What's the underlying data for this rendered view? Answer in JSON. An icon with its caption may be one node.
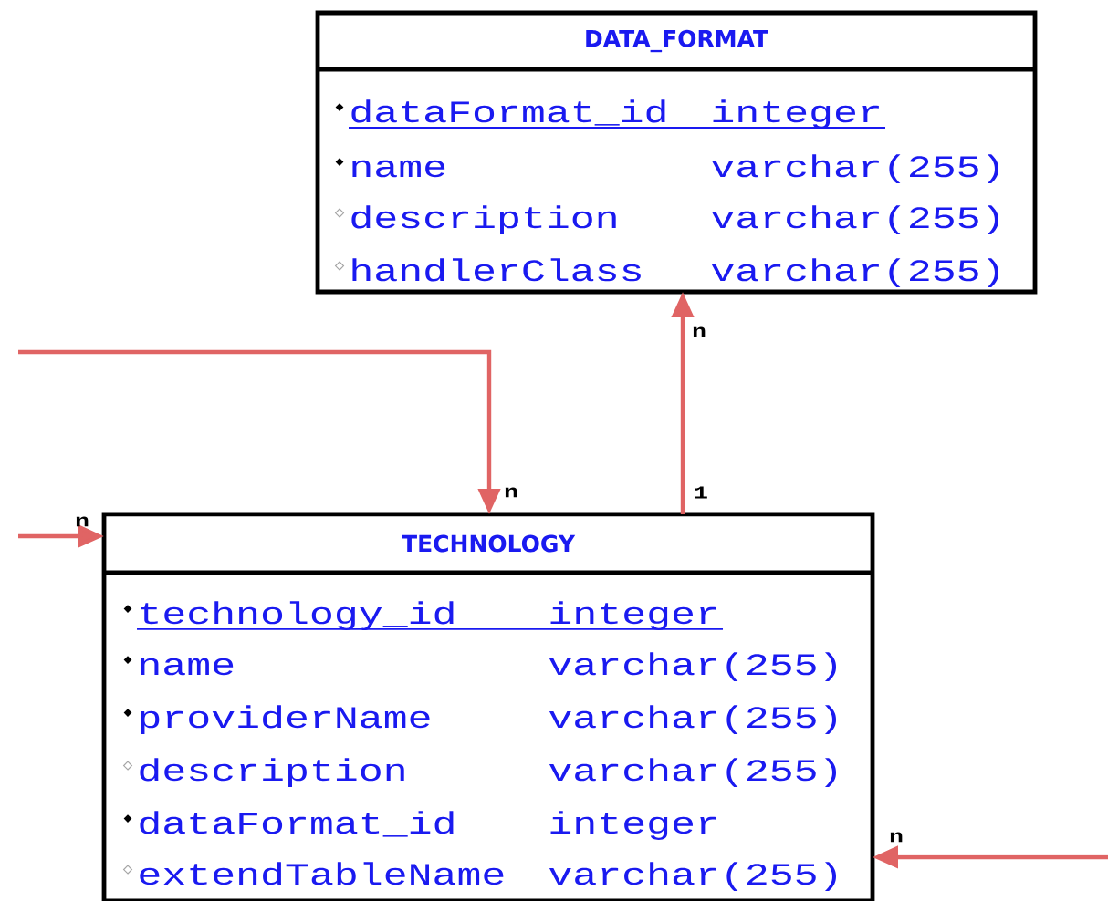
{
  "diagram": {
    "nodes": [
      {
        "text": [
          "DATA_FORMAT",
          "dataFormat_id",
          "integer",
          "name",
          "varchar(255)",
          "description",
          "varchar(255)",
          "handlerClass",
          "varchar(255)"
        ]
      },
      {
        "text": [
          "TECHNOLOGY",
          "technology_id",
          "integer",
          "name",
          "varchar(255)",
          "providerName",
          "varchar(255)",
          "description",
          "varchar(255)",
          "dataFormat_id",
          "integer",
          "extendTableName",
          "varchar(255)"
        ]
      }
    ],
    "edges": [
      {
        "from": null,
        "to": 1,
        "arrow": "to"
      },
      {
        "from": null,
        "to": 1,
        "arrow": "to"
      },
      {
        "from": 1,
        "to": 0,
        "arrow": "to"
      },
      {
        "from": null,
        "to": 1,
        "arrow": "to"
      }
    ],
    "labels": [
      "n",
      "n",
      "1",
      "n",
      "n"
    ]
  }
}
